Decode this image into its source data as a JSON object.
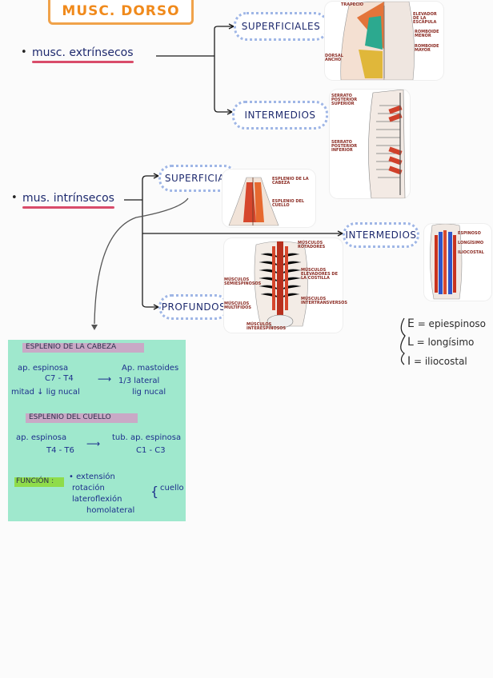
{
  "title": "MUSC. DORSO",
  "extrinsecos": {
    "label": "musc. extrínsecos",
    "superficiales": "SUPERFICIALES",
    "intermedios": "INTERMEDIOS",
    "sup_img_labels": [
      "TRAPECIO",
      "ELEVADOR DE LA ESCÁPULA",
      "ROMBOIDE MENOR",
      "ROMBOIDE MAYOR",
      "DORSAL ANCHO"
    ],
    "int_img_labels": [
      "SERRATO POSTERIOR SUPERIOR",
      "SERRATO POSTERIOR INFERIOR"
    ]
  },
  "intrinsecos": {
    "label": "mus. intrínsecos",
    "superficial": "SUPERFICIAL",
    "intermedios": "INTERMEDIOS",
    "profundos": "PROFUNDOS",
    "superficial_img_labels": [
      "ESPLENIO DE LA CABEZA",
      "ESPLENIO DEL CUELLO"
    ],
    "profundos_img_labels": [
      "MÚSCULOS ROTADORES",
      "MÚSCULOS ELEVADORES DE LA COSTILLA",
      "MÚSCULOS SEMIESPINOSOS",
      "MÚSCULOS MULTÍFIDOS",
      "MÚSCULOS INTERTRANSVERSOS",
      "MÚSCULOS INTERESPINOSOS"
    ],
    "intermedios_img_labels": [
      "ESPINOSO",
      "LONGÍSIMO",
      "ILIOCOSTAL"
    ]
  },
  "legend": [
    {
      "letter": "E",
      "text": "= epiespinoso"
    },
    {
      "letter": "L",
      "text": "= longísimo"
    },
    {
      "letter": "I",
      "text": "= iliocostal"
    }
  ],
  "note": {
    "h1": "ESPLENIO DE LA CABEZA",
    "h1_line1_left": "ap. espinosa",
    "h1_line2_left": "C7 - T4",
    "h1_line3_left": "mitad ↓ lig nucal",
    "h1_line1_right": "Ap. mastoides",
    "h1_line2_right": "1/3 lateral",
    "h1_line3_right": "lig nucal",
    "h2": "ESPLENIO DEL CUELLO",
    "h2_line1_left": "ap. espinosa",
    "h2_line2_left": "T4 - T6",
    "h2_line1_right": "tub. ap. espinosa",
    "h2_line2_right": "C1 - C3",
    "func_label": "FUNCIÓN :",
    "func_items": [
      "• extensión",
      "rotación",
      "lateroflexión",
      "homolateral"
    ],
    "func_side": "cuello"
  },
  "colors": {
    "title": "#f08a1c",
    "underline": "#d94c6a",
    "note_bg": "#9fe8cd",
    "cloud": "#9fb6e6",
    "muscle_red": "#c8321e"
  }
}
